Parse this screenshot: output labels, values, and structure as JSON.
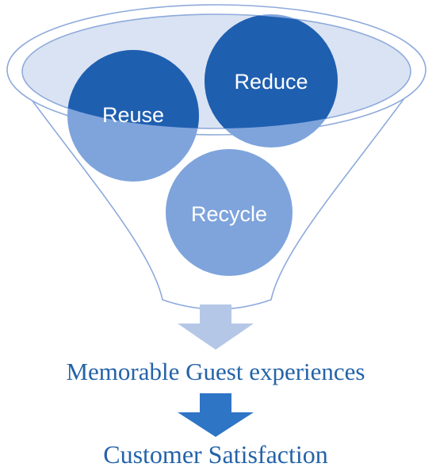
{
  "funnel": {
    "circles": [
      {
        "id": "reuse",
        "label": "Reuse"
      },
      {
        "id": "reduce",
        "label": "Reduce"
      },
      {
        "id": "recycle",
        "label": "Recycle"
      }
    ]
  },
  "outcomes": {
    "first": "Memorable Guest experiences",
    "second": "Customer Satisfaction"
  },
  "colors": {
    "funnel_outline": "#8eaadb",
    "funnel_rim_fill": "#dae3f3",
    "circle_dark": "#1f5fb0",
    "circle_light": "#7fa4dc",
    "arrow_light": "#b4c7e7",
    "arrow_dark": "#2e75c6",
    "text_blue": "#2463a8"
  }
}
